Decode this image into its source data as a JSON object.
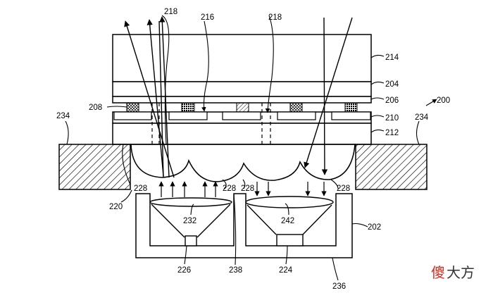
{
  "labels": {
    "ref_200": "200",
    "ref_202": "202",
    "ref_204": "204",
    "ref_206": "206",
    "ref_208": "208",
    "ref_210": "210",
    "ref_212": "212",
    "ref_214": "214",
    "ref_216": "216",
    "ref_218_left": "218",
    "ref_218_right": "218",
    "ref_220": "220",
    "ref_224": "224",
    "ref_226": "226",
    "ref_228_a": "228",
    "ref_228_b": "228",
    "ref_228_c": "228",
    "ref_228_d": "228",
    "ref_232": "232",
    "ref_234_left": "234",
    "ref_234_right": "234",
    "ref_236": "236",
    "ref_238": "238",
    "ref_242": "242"
  },
  "watermark": {
    "char_red": "傻",
    "chars_rest": "大方",
    "color_red": "#d9261c",
    "color_rest": "#333333"
  }
}
